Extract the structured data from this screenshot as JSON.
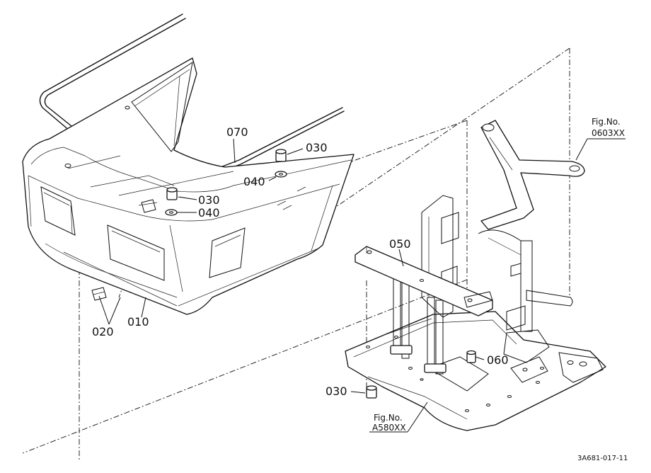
{
  "labels": {
    "p010": "010",
    "p020": "020",
    "p030_a": "030",
    "p030_b": "030",
    "p030_c": "030",
    "p040_a": "040",
    "p040_b": "040",
    "p050": "050",
    "p060": "060",
    "p070": "070"
  },
  "refs": {
    "fig_top_label": "Fig.No.",
    "fig_top_value": "0603XX",
    "fig_bottom_label": "Fig.No.",
    "fig_bottom_value": "A580XX"
  },
  "drawing_id": "3A681-017-11"
}
